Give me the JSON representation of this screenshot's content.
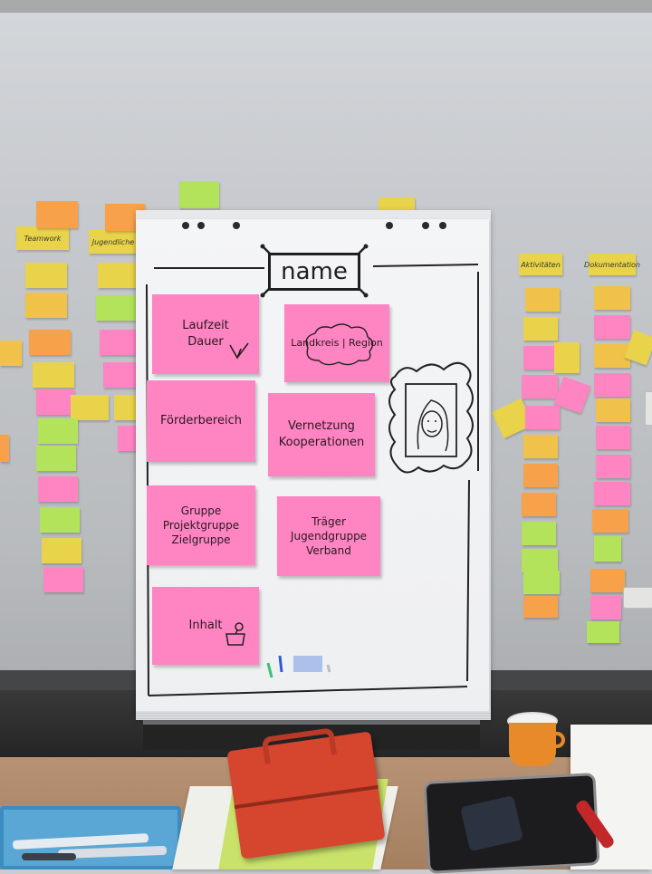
{
  "flipchart": {
    "title": "name",
    "notes": [
      {
        "id": "laufzeit",
        "text": "Laufzeit\nDauer"
      },
      {
        "id": "landkreis",
        "text": "Landkreis | Region"
      },
      {
        "id": "foerderbereich",
        "text": "Förderbereich"
      },
      {
        "id": "vernetzung",
        "text": "Vernetzung\nKooperationen"
      },
      {
        "id": "gruppe",
        "text": "Gruppe\nProjektgruppe\nZielgruppe"
      },
      {
        "id": "traeger",
        "text": "Träger\nJugendgruppe\nVerband"
      },
      {
        "id": "inhalt",
        "text": "Inhalt"
      }
    ]
  },
  "wall_labels": {
    "teamwork": "Teamwork",
    "jugendliche": "Jugendliche",
    "aktivitaeten": "Aktivitäten",
    "dokumentation": "Dokumentation"
  },
  "colors": {
    "pink_note": "#ff84c2",
    "orange_note": "#f7a24a",
    "yellow_note": "#e9d34a",
    "green_note": "#b3e35a"
  }
}
